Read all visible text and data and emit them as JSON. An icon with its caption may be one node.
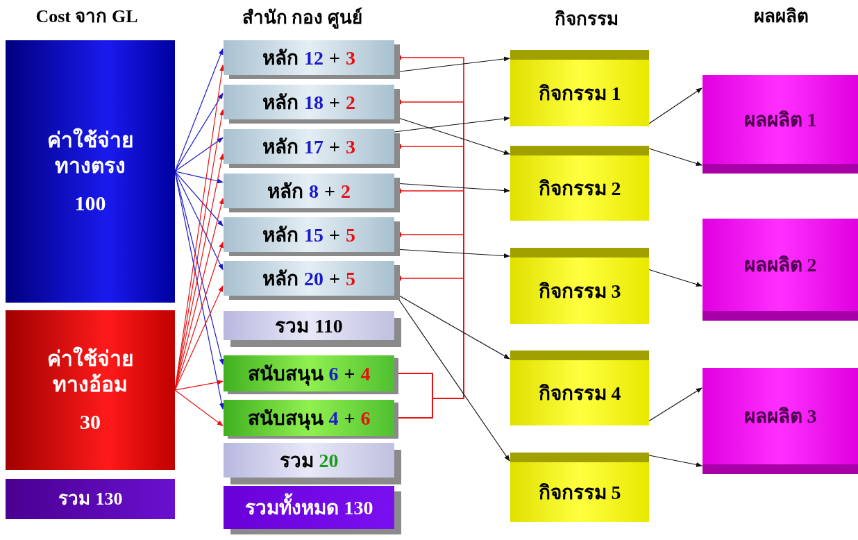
{
  "diagram": {
    "nodes": [
      {
        "text": [
          "ค่าใช้จ่าย ทางตรง",
          "100"
        ]
      },
      {
        "text": [
          "ค่าใช้จ่าย ทางอ้อม",
          "30"
        ]
      },
      {
        "text": [
          "รวม",
          "130"
        ]
      },
      {
        "text": [
          "หลัก",
          "12",
          "+",
          "3"
        ]
      },
      {
        "text": [
          "หลัก",
          "18",
          "+",
          "2"
        ]
      },
      {
        "text": [
          "หลัก",
          "17",
          "+",
          "3"
        ]
      },
      {
        "text": [
          "หลัก",
          "8",
          "+",
          "2"
        ]
      },
      {
        "text": [
          "หลัก",
          "15",
          "+",
          "5"
        ]
      },
      {
        "text": [
          "หลัก",
          "20",
          "+",
          "5"
        ]
      },
      {
        "text": [
          "รวม",
          "110"
        ]
      },
      {
        "text": [
          "สนับสนุน",
          "6",
          "+",
          "4"
        ]
      },
      {
        "text": [
          "สนับสนุน",
          "4",
          "+",
          "6"
        ]
      },
      {
        "text": [
          "รวม",
          "20"
        ]
      },
      {
        "text": [
          "รวมทั้งหมด",
          "130"
        ]
      },
      {
        "text": [
          "กิจกรรม 1"
        ]
      },
      {
        "text": [
          "กิจกรรม 2"
        ]
      },
      {
        "text": [
          "กิจกรรม 3"
        ]
      },
      {
        "text": [
          "กิจกรรม 4"
        ]
      },
      {
        "text": [
          "กิจกรรม 5"
        ]
      },
      {
        "text": [
          "ผลผลิต 1"
        ]
      },
      {
        "text": [
          "ผลผลิต 2"
        ]
      },
      {
        "text": [
          "ผลผลิต 3"
        ]
      }
    ],
    "edges": [
      {
        "from": 0,
        "to": 3,
        "arrow": "to",
        "color": "#1a1acc"
      },
      {
        "from": 0,
        "to": 4,
        "arrow": "to",
        "color": "#1a1acc"
      },
      {
        "from": 0,
        "to": 5,
        "arrow": "to",
        "color": "#1a1acc"
      },
      {
        "from": 0,
        "to": 6,
        "arrow": "to",
        "color": "#1a1acc"
      },
      {
        "from": 0,
        "to": 7,
        "arrow": "to",
        "color": "#1a1acc"
      },
      {
        "from": 0,
        "to": 8,
        "arrow": "to",
        "color": "#1a1acc"
      },
      {
        "from": 0,
        "to": 10,
        "arrow": "to",
        "color": "#1a1acc"
      },
      {
        "from": 0,
        "to": 11,
        "arrow": "to",
        "color": "#1a1acc"
      },
      {
        "from": 1,
        "to": 3,
        "arrow": "to"
      },
      {
        "from": 1,
        "to": 4,
        "arrow": "to"
      },
      {
        "from": 1,
        "to": 5,
        "arrow": "to"
      },
      {
        "from": 1,
        "to": 6,
        "arrow": "to"
      },
      {
        "from": 1,
        "to": 7,
        "arrow": "to"
      },
      {
        "from": 1,
        "to": 8,
        "arrow": "to"
      },
      {
        "from": 1,
        "to": 10,
        "arrow": "to"
      },
      {
        "from": 1,
        "to": 11,
        "arrow": "to"
      },
      {
        "from": 10,
        "to": 3,
        "arrow": "to"
      },
      {
        "from": 10,
        "to": 4,
        "arrow": "to"
      },
      {
        "from": 10,
        "to": 5,
        "arrow": "to"
      },
      {
        "from": 10,
        "to": 6,
        "arrow": "to"
      },
      {
        "from": 10,
        "to": 7,
        "arrow": "to"
      },
      {
        "from": 10,
        "to": 8,
        "arrow": "to"
      },
      {
        "from": 11,
        "to": 3,
        "arrow": "to"
      },
      {
        "from": 11,
        "to": 4,
        "arrow": "to"
      },
      {
        "from": 11,
        "to": 5,
        "arrow": "to"
      },
      {
        "from": 11,
        "to": 6,
        "arrow": "to"
      },
      {
        "from": 11,
        "to": 7,
        "arrow": "to"
      },
      {
        "from": 11,
        "to": 8,
        "arrow": "to"
      },
      {
        "from": 3,
        "to": 14,
        "arrow": "to",
        "color": "#111111"
      },
      {
        "from": 4,
        "to": 15,
        "arrow": "to",
        "color": "#111111"
      },
      {
        "from": 5,
        "to": 14,
        "arrow": "to",
        "color": "#111111"
      },
      {
        "from": 6,
        "to": 15,
        "arrow": "to",
        "color": "#111111"
      },
      {
        "from": 7,
        "to": 16,
        "arrow": "to",
        "color": "#111111"
      },
      {
        "from": 8,
        "to": 17,
        "arrow": "to",
        "color": "#111111"
      },
      {
        "from": 8,
        "to": 18,
        "arrow": "to",
        "color": "#111111"
      },
      {
        "from": 14,
        "to": 19,
        "arrow": "to",
        "color": "#111111"
      },
      {
        "from": 15,
        "to": 19,
        "arrow": "to",
        "color": "#111111"
      },
      {
        "from": 16,
        "to": 20,
        "arrow": "to",
        "color": "#111111"
      },
      {
        "from": 17,
        "to": 21,
        "arrow": "to",
        "color": "#111111"
      },
      {
        "from": 18,
        "to": 21,
        "arrow": "to",
        "color": "#111111"
      }
    ],
    "labels": [
      "Cost จาก GL",
      "สำนัก กอง ศูนย์",
      "กิจกรรม",
      "ผลผลิต"
    ]
  }
}
